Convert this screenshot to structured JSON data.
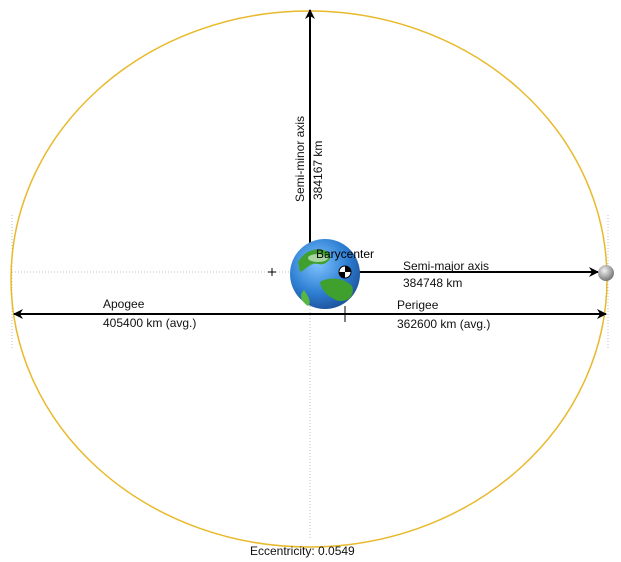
{
  "labels": {
    "semi_minor_axis": "Semi-minor axis",
    "semi_minor_value": "384167 km",
    "barycenter": "Barycenter",
    "semi_major_axis": "Semi-major axis",
    "semi_major_value": "384748 km",
    "apogee": "Apogee",
    "apogee_value": "405400 km (avg.)",
    "perigee": "Perigee",
    "perigee_value": "362600 km (avg.)",
    "eccentricity": "Eccentricity: 0.0549"
  },
  "colors": {
    "orbit": "#e8b92a",
    "arrows": "#000000",
    "guides": "#b8b8b8",
    "earth_ocean": "#2e7fd3",
    "earth_land": "#3fa02e"
  },
  "icons": {
    "earth": "earth-icon",
    "moon": "moon-icon",
    "orbit_center": "plus-marker-icon",
    "barycenter": "barycenter-marker-icon"
  }
}
